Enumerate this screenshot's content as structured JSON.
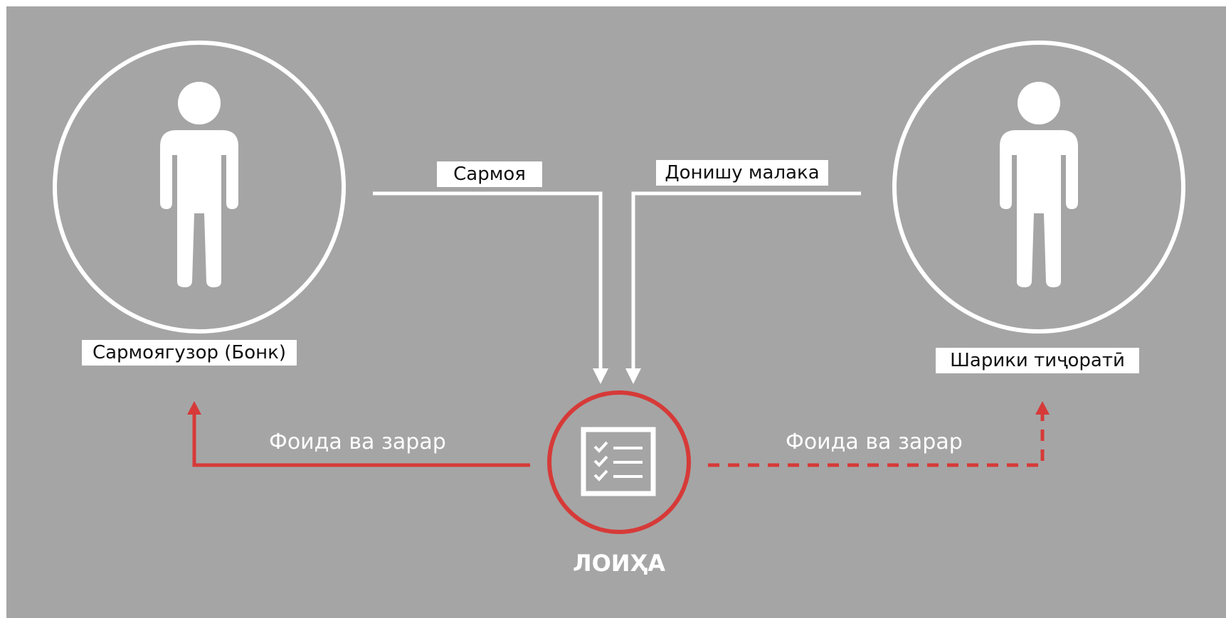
{
  "diagram": {
    "colors": {
      "background": "#a5a5a5",
      "white": "#ffffff",
      "accent": "#d63a38"
    },
    "left_actor": {
      "label": "Сармоягузор (Бонк)",
      "icon": "person-icon"
    },
    "right_actor": {
      "label": "Шарики тиҷоратӣ",
      "icon": "person-icon"
    },
    "flows_in": {
      "left_label": "Сармоя",
      "right_label": "Донишу малака"
    },
    "flows_out": {
      "left_label": "Фоида ва зарар",
      "right_label": "Фоида ва зарар",
      "left_style": "solid",
      "right_style": "dashed"
    },
    "center": {
      "title": "ЛОИҲА",
      "icon": "checklist-icon"
    }
  }
}
